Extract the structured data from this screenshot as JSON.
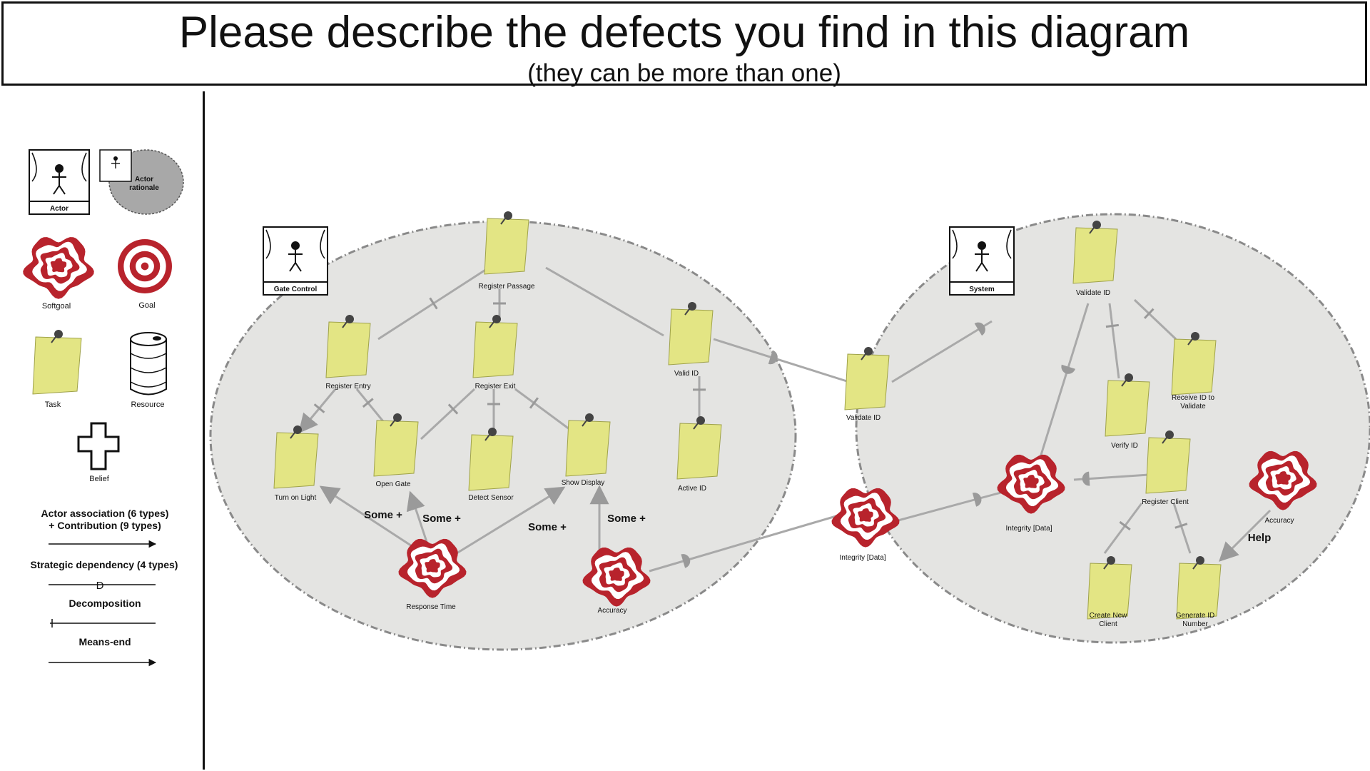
{
  "header": {
    "title": "Please describe the defects you find in this diagram",
    "subtitle": "(they can be more than one)"
  },
  "legend": {
    "actor": "Actor",
    "actor_rationale": "Actor\nrationale",
    "softgoal": "Softgoal",
    "goal": "Goal",
    "task": "Task",
    "resource": "Resource",
    "belief": "Belief",
    "link_association": "Actor association (6 types)\n+ Contribution (9 types)",
    "link_dependency": "Strategic dependency (4 types)",
    "link_dependency_mark": "D",
    "link_decomposition": "Decomposition",
    "link_means_end": "Means-end"
  },
  "actors": [
    {
      "id": "gate",
      "label": "Gate Control"
    },
    {
      "id": "system",
      "label": "System"
    }
  ],
  "tasks": [
    {
      "id": "register-passage",
      "label": "Register Passage"
    },
    {
      "id": "register-entry",
      "label": "Register Entry"
    },
    {
      "id": "register-exit",
      "label": "Register Exit"
    },
    {
      "id": "valid-id",
      "label": "Valid ID"
    },
    {
      "id": "turn-on-light",
      "label": "Turn on Light"
    },
    {
      "id": "open-gate",
      "label": "Open Gate"
    },
    {
      "id": "detect-sensor",
      "label": "Detect Sensor"
    },
    {
      "id": "show-display",
      "label": "Show Display"
    },
    {
      "id": "active-id",
      "label": "Active ID"
    },
    {
      "id": "validate-id-dep",
      "label": "Validate ID"
    },
    {
      "id": "validate-id",
      "label": "Validate ID"
    },
    {
      "id": "verify-id",
      "label": "Verify ID"
    },
    {
      "id": "receive-id",
      "label": "Receive ID to\nValidate"
    },
    {
      "id": "register-client",
      "label": "Register Client"
    },
    {
      "id": "create-client",
      "label": "Create New\nClient"
    },
    {
      "id": "generate-id",
      "label": "Generate ID\nNumber"
    }
  ],
  "softgoals": [
    {
      "id": "response-time",
      "label": "Response Time"
    },
    {
      "id": "accuracy-gate",
      "label": "Accuracy"
    },
    {
      "id": "integrity-dep",
      "label": "Integrity [Data]"
    },
    {
      "id": "integrity-sys",
      "label": "Integrity [Data]"
    },
    {
      "id": "accuracy-sys",
      "label": "Accuracy"
    }
  ],
  "contribution_labels": [
    {
      "id": "c1",
      "label": "Some +"
    },
    {
      "id": "c2",
      "label": "Some +"
    },
    {
      "id": "c3",
      "label": "Some +"
    },
    {
      "id": "c4",
      "label": "Some +"
    },
    {
      "id": "c5",
      "label": "Help"
    }
  ],
  "colors": {
    "task_fill": "#e3e584",
    "softgoal_red": "#b8232c",
    "boundary_fill": "#e4e4e2",
    "boundary_stroke": "#8a8a8a",
    "link": "#a9a9a9"
  }
}
